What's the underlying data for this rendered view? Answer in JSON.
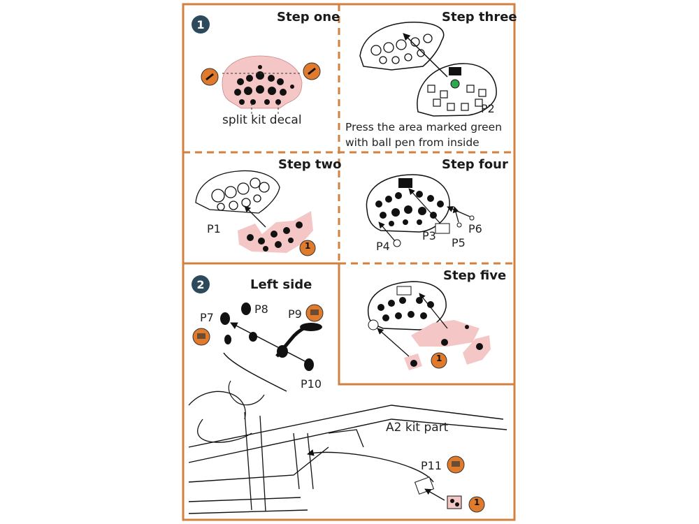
{
  "colors": {
    "frame": "#d2823f",
    "decal_pink": "#f4c6c6",
    "badge_dark": "#2d4a5c",
    "badge_orange": "#e07a2c",
    "press_green": "#2fa84f"
  },
  "section1": {
    "badge": "1",
    "step_one": "Step one",
    "step_two": "Step two",
    "step_three": "Step three",
    "step_four": "Step four",
    "step_five": "Step five",
    "split_kit_decal": "split kit decal",
    "press_line1": "Press the area marked green",
    "press_line2": "with ball pen from inside",
    "p1": "P1",
    "p2": "P2",
    "p3": "P3",
    "p4": "P4",
    "p5": "P5",
    "p6": "P6",
    "stage_badge": "1"
  },
  "section2": {
    "badge": "2",
    "left_side": "Left side",
    "p7": "P7",
    "p8": "P8",
    "p9": "P9",
    "p10": "P10",
    "p11": "P11",
    "a2_kit_part": "A2 kit part",
    "stage_badge": "1"
  }
}
